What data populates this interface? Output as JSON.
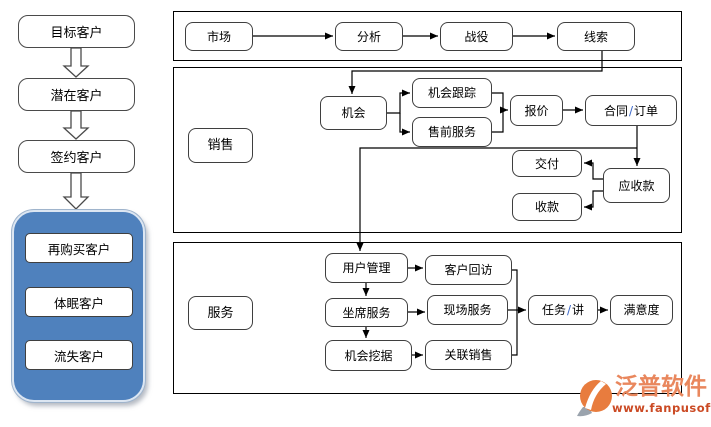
{
  "funnel": {
    "stages": [
      {
        "label": "目标客户"
      },
      {
        "label": "潜在客户"
      },
      {
        "label": "签约客户"
      }
    ],
    "retention": {
      "items": [
        {
          "label": "再购买客户"
        },
        {
          "label": "体眠客户"
        },
        {
          "label": "流失客户"
        }
      ]
    }
  },
  "market_row": {
    "nodes": [
      {
        "label": "市场"
      },
      {
        "label": "分析"
      },
      {
        "label": "战役"
      },
      {
        "label": "线索"
      }
    ]
  },
  "sales_section": {
    "label": "销售",
    "nodes": {
      "opportunity": "机会",
      "opportunity_tracking": "机会跟踪",
      "presales_service": "售前服务",
      "quotation": "报价",
      "contract_pre": "合同",
      "contract_slash": "/",
      "contract_post": "订单",
      "delivery": "交付",
      "collection": "收款",
      "receivables": "应收款"
    }
  },
  "service_section": {
    "label": "服务",
    "nodes": {
      "user_management": "用户管理",
      "customer_visit": "客户回访",
      "agent_service": "坐席服务",
      "onsite_service": "现场服务",
      "opportunity_mining": "机会挖据",
      "related_sales": "关联销售",
      "task_pre": "任务",
      "task_slash": "/",
      "task_post": "讲",
      "satisfaction": "满意度"
    }
  },
  "logo": {
    "brand": "泛普软件",
    "url": "www.fanpusoft.com"
  },
  "colors": {
    "funnel_container": "#4f81bd",
    "slash_accent": "#3a66c8",
    "logo_orange": "#e87c3e",
    "logo_brand_text": "#e9875d",
    "logo_url_text": "#cb4a24",
    "line": "#000000"
  }
}
